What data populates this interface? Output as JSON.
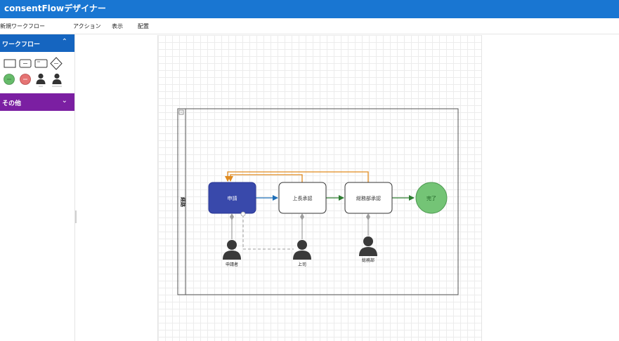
{
  "app": {
    "title": "consentFlowデザイナー"
  },
  "menu": {
    "items": [
      {
        "id": "new",
        "label": "新規ワークフロー"
      },
      {
        "id": "action",
        "label": "アクション"
      },
      {
        "id": "view",
        "label": "表示"
      },
      {
        "id": "arrange",
        "label": "配置"
      }
    ]
  },
  "sidebar": {
    "panels": [
      {
        "id": "workflow",
        "label": "ワークフロー",
        "color": "#1565c0",
        "expanded": true
      },
      {
        "id": "other",
        "label": "その他",
        "color": "#7b1fa2",
        "expanded": false
      }
    ],
    "palette": [
      "rectangle-shape-icon",
      "rounded-rectangle-shape-icon",
      "card-shape-icon",
      "diamond-shape-icon",
      "start-circle-icon",
      "end-circle-icon",
      "person-icon",
      "group-person-icon"
    ]
  },
  "diagram": {
    "pool_label": "経路",
    "nodes": [
      {
        "id": "apply",
        "label": "申請",
        "fill": "#3949ab",
        "text_color": "#ffffff"
      },
      {
        "id": "boss-approve",
        "label": "上長承認",
        "fill": "#ffffff",
        "text_color": "#333333"
      },
      {
        "id": "ga-approve",
        "label": "総務部承認",
        "fill": "#ffffff",
        "text_color": "#333333"
      },
      {
        "id": "complete",
        "label": "完了",
        "fill": "#74c476",
        "text_color": "#1b5e20"
      }
    ],
    "actors": [
      {
        "id": "applicant",
        "label": "申請者"
      },
      {
        "id": "boss",
        "label": "上司"
      },
      {
        "id": "ga",
        "label": "総務部"
      }
    ],
    "colors": {
      "forward_arrow_blue": "#1e6fb8",
      "forward_arrow_green": "#2e7d32",
      "return_arrow": "#e08a1e",
      "actor_link": "#9e9e9e"
    }
  }
}
